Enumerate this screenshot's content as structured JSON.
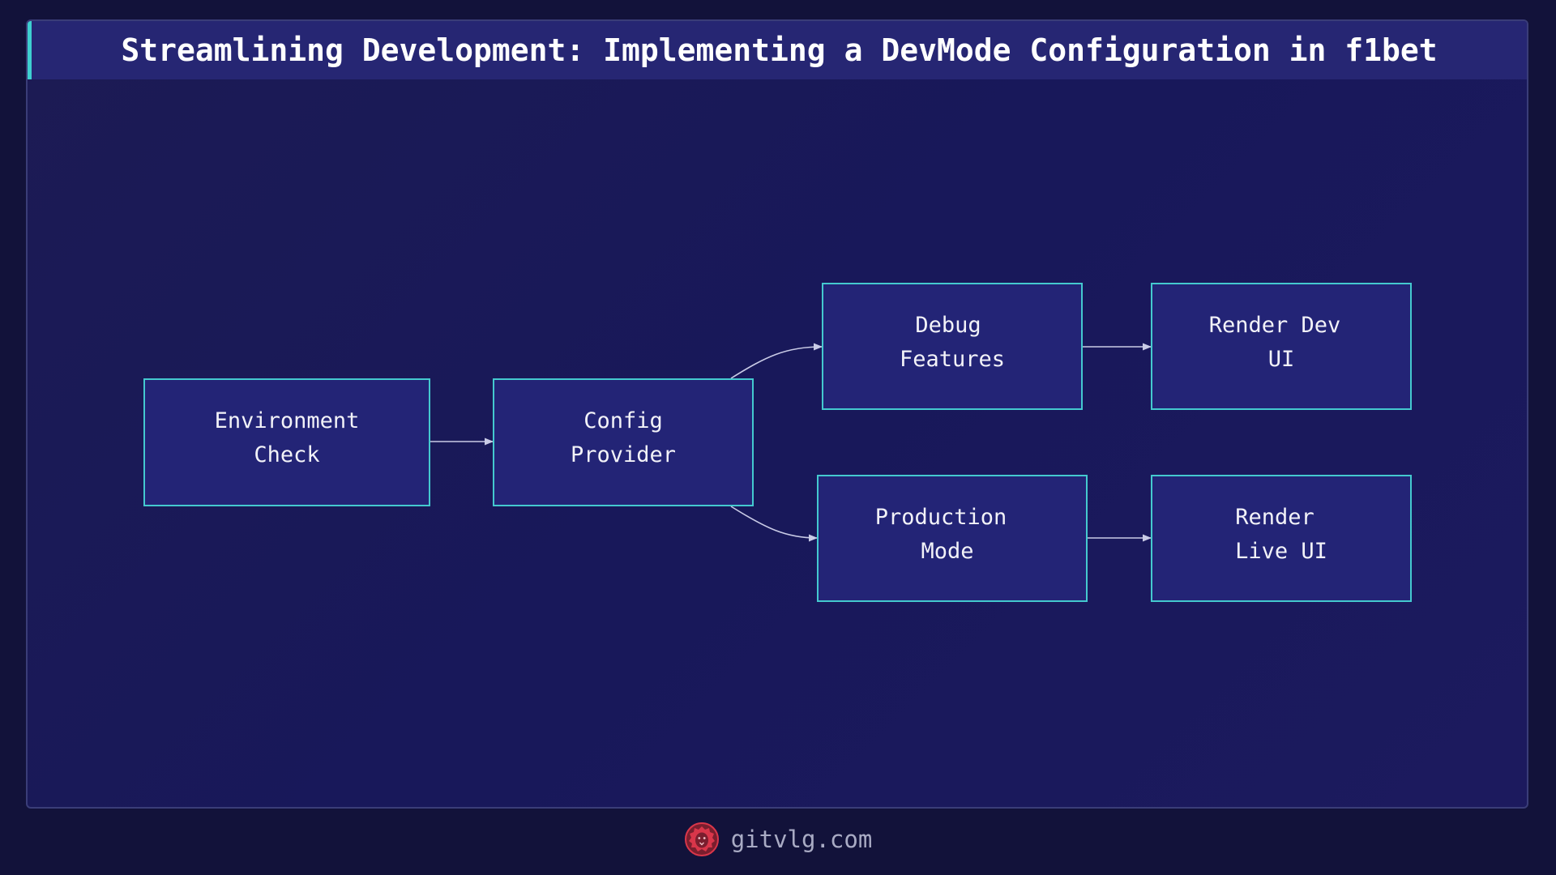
{
  "title": "Streamlining Development: Implementing a DevMode Configuration in f1bet",
  "diagram": {
    "nodes": [
      {
        "id": "env",
        "lines": [
          "Environment",
          "Check"
        ]
      },
      {
        "id": "config",
        "lines": [
          "Config",
          "Provider"
        ]
      },
      {
        "id": "debug",
        "lines": [
          "Debug",
          "Features"
        ]
      },
      {
        "id": "prod",
        "lines": [
          "Production",
          "Mode"
        ]
      },
      {
        "id": "devui",
        "lines": [
          "Render Dev",
          "UI"
        ]
      },
      {
        "id": "liveui",
        "lines": [
          "Render",
          "Live UI"
        ]
      }
    ],
    "edges": [
      {
        "from": "env",
        "to": "config"
      },
      {
        "from": "config",
        "to": "debug"
      },
      {
        "from": "config",
        "to": "prod"
      },
      {
        "from": "debug",
        "to": "devui"
      },
      {
        "from": "prod",
        "to": "liveui"
      }
    ]
  },
  "footer": {
    "site": "gitvlg.com",
    "logo_icon": "lion-icon"
  },
  "colors": {
    "accent": "#3ecfd0",
    "node_fill": "#232476",
    "background": "#12123a",
    "logo": "#d9364a"
  }
}
